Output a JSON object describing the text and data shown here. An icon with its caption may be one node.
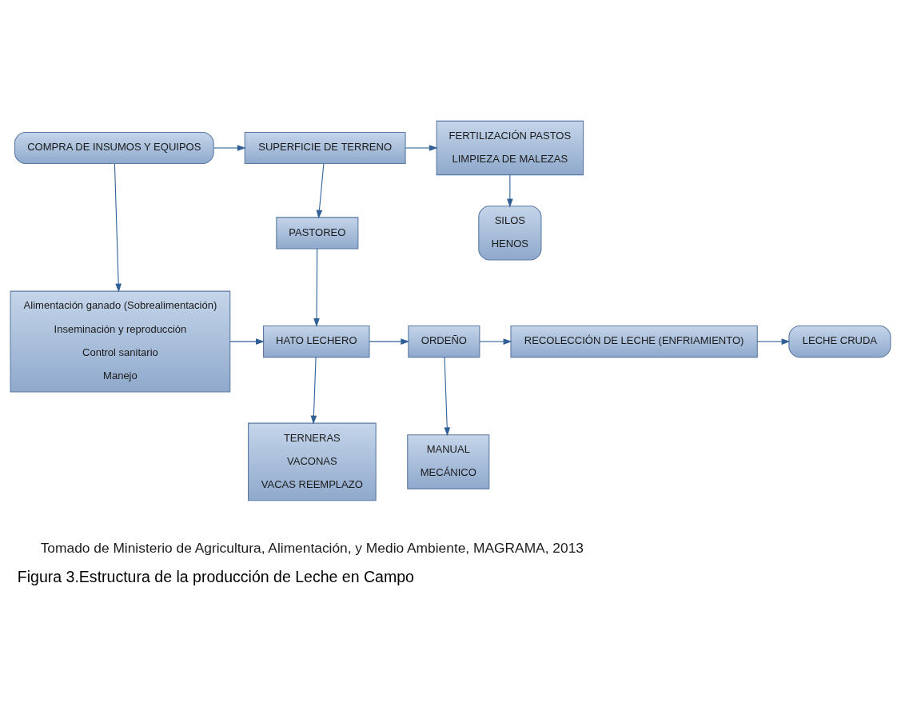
{
  "diagram": {
    "caption": "Figura 3.Estructura de la producción de Leche en Campo",
    "nodes": [
      {
        "text": [
          "COMPRA DE INSUMOS Y EQUIPOS"
        ]
      },
      {
        "text": [
          "SUPERFICIE DE TERRENO"
        ]
      },
      {
        "text": [
          "FERTILIZACIÓN PASTOS",
          "LIMPIEZA DE MALEZAS"
        ]
      },
      {
        "text": [
          "PASTOREO"
        ]
      },
      {
        "text": [
          "SILOS",
          "HENOS"
        ]
      },
      {
        "text": [
          "Alimentación ganado (Sobrealimentación)",
          "Inseminación y reproducción",
          "Control sanitario",
          "Manejo"
        ]
      },
      {
        "text": [
          "HATO LECHERO"
        ]
      },
      {
        "text": [
          "ORDEÑO"
        ]
      },
      {
        "text": [
          "RECOLECCIÓN DE LECHE (ENFRIAMIENTO)"
        ]
      },
      {
        "text": [
          "LECHE CRUDA"
        ]
      },
      {
        "text": [
          "TERNERAS",
          "VACONAS",
          "VACAS REEMPLAZO"
        ]
      },
      {
        "text": [
          "MANUAL",
          "MECÁNICO"
        ]
      }
    ],
    "edges": [
      {
        "from": 0,
        "to": 1,
        "arrow": "to"
      },
      {
        "from": 1,
        "to": 2,
        "arrow": "to"
      },
      {
        "from": 0,
        "to": 5,
        "arrow": "to"
      },
      {
        "from": 1,
        "to": 3,
        "arrow": "to"
      },
      {
        "from": 2,
        "to": 4,
        "arrow": "to"
      },
      {
        "from": 3,
        "to": 6,
        "arrow": "to"
      },
      {
        "from": 5,
        "to": 6,
        "arrow": "to"
      },
      {
        "from": 6,
        "to": 7,
        "arrow": "to"
      },
      {
        "from": 7,
        "to": 8,
        "arrow": "to"
      },
      {
        "from": 8,
        "to": 9,
        "arrow": "to"
      },
      {
        "from": 6,
        "to": 10,
        "arrow": "to"
      },
      {
        "from": 7,
        "to": 11,
        "arrow": "to"
      }
    ],
    "labels": [
      "Tomado de Ministerio de Agricultura, Alimentación, y Medio Ambiente, MAGRAMA, 2013"
    ]
  }
}
